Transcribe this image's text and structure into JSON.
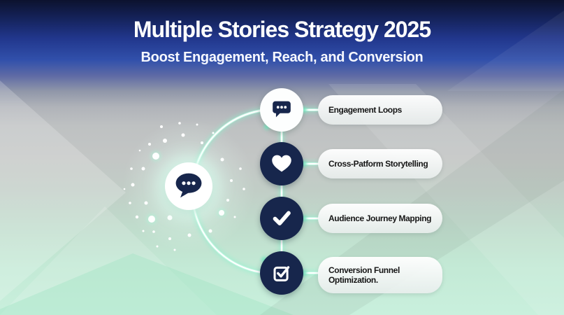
{
  "header": {
    "title": "Multiple Stories Strategy 2025",
    "subtitle": "Boost Engagement, Reach, and Conversion"
  },
  "diagram": {
    "center_node": {
      "icon": "chat-bubble-icon"
    },
    "items": [
      {
        "label": "Engagement Loops",
        "icon": "chat-bubble-icon",
        "circle_style": "light"
      },
      {
        "label": "Cross-Patform Storytelling",
        "icon": "heart-icon",
        "circle_style": "dark"
      },
      {
        "label": "Audience Journey Mapping",
        "icon": "checkmark-icon",
        "circle_style": "dark"
      },
      {
        "label": "Conversion Funnel Optimization.",
        "icon": "checkbox-checked-icon",
        "circle_style": "dark"
      }
    ]
  },
  "colors": {
    "navy_icon": "#17264c",
    "mint_glow": "#a9f2d6",
    "white_glow_core": "#ffffff",
    "pill_background": "#eef1f0",
    "label_text": "#161616",
    "title_text": "#ffffff",
    "background_top": "#0c122e",
    "background_middle": "#c3c6c5",
    "background_bottom": "#c9f0dd"
  }
}
